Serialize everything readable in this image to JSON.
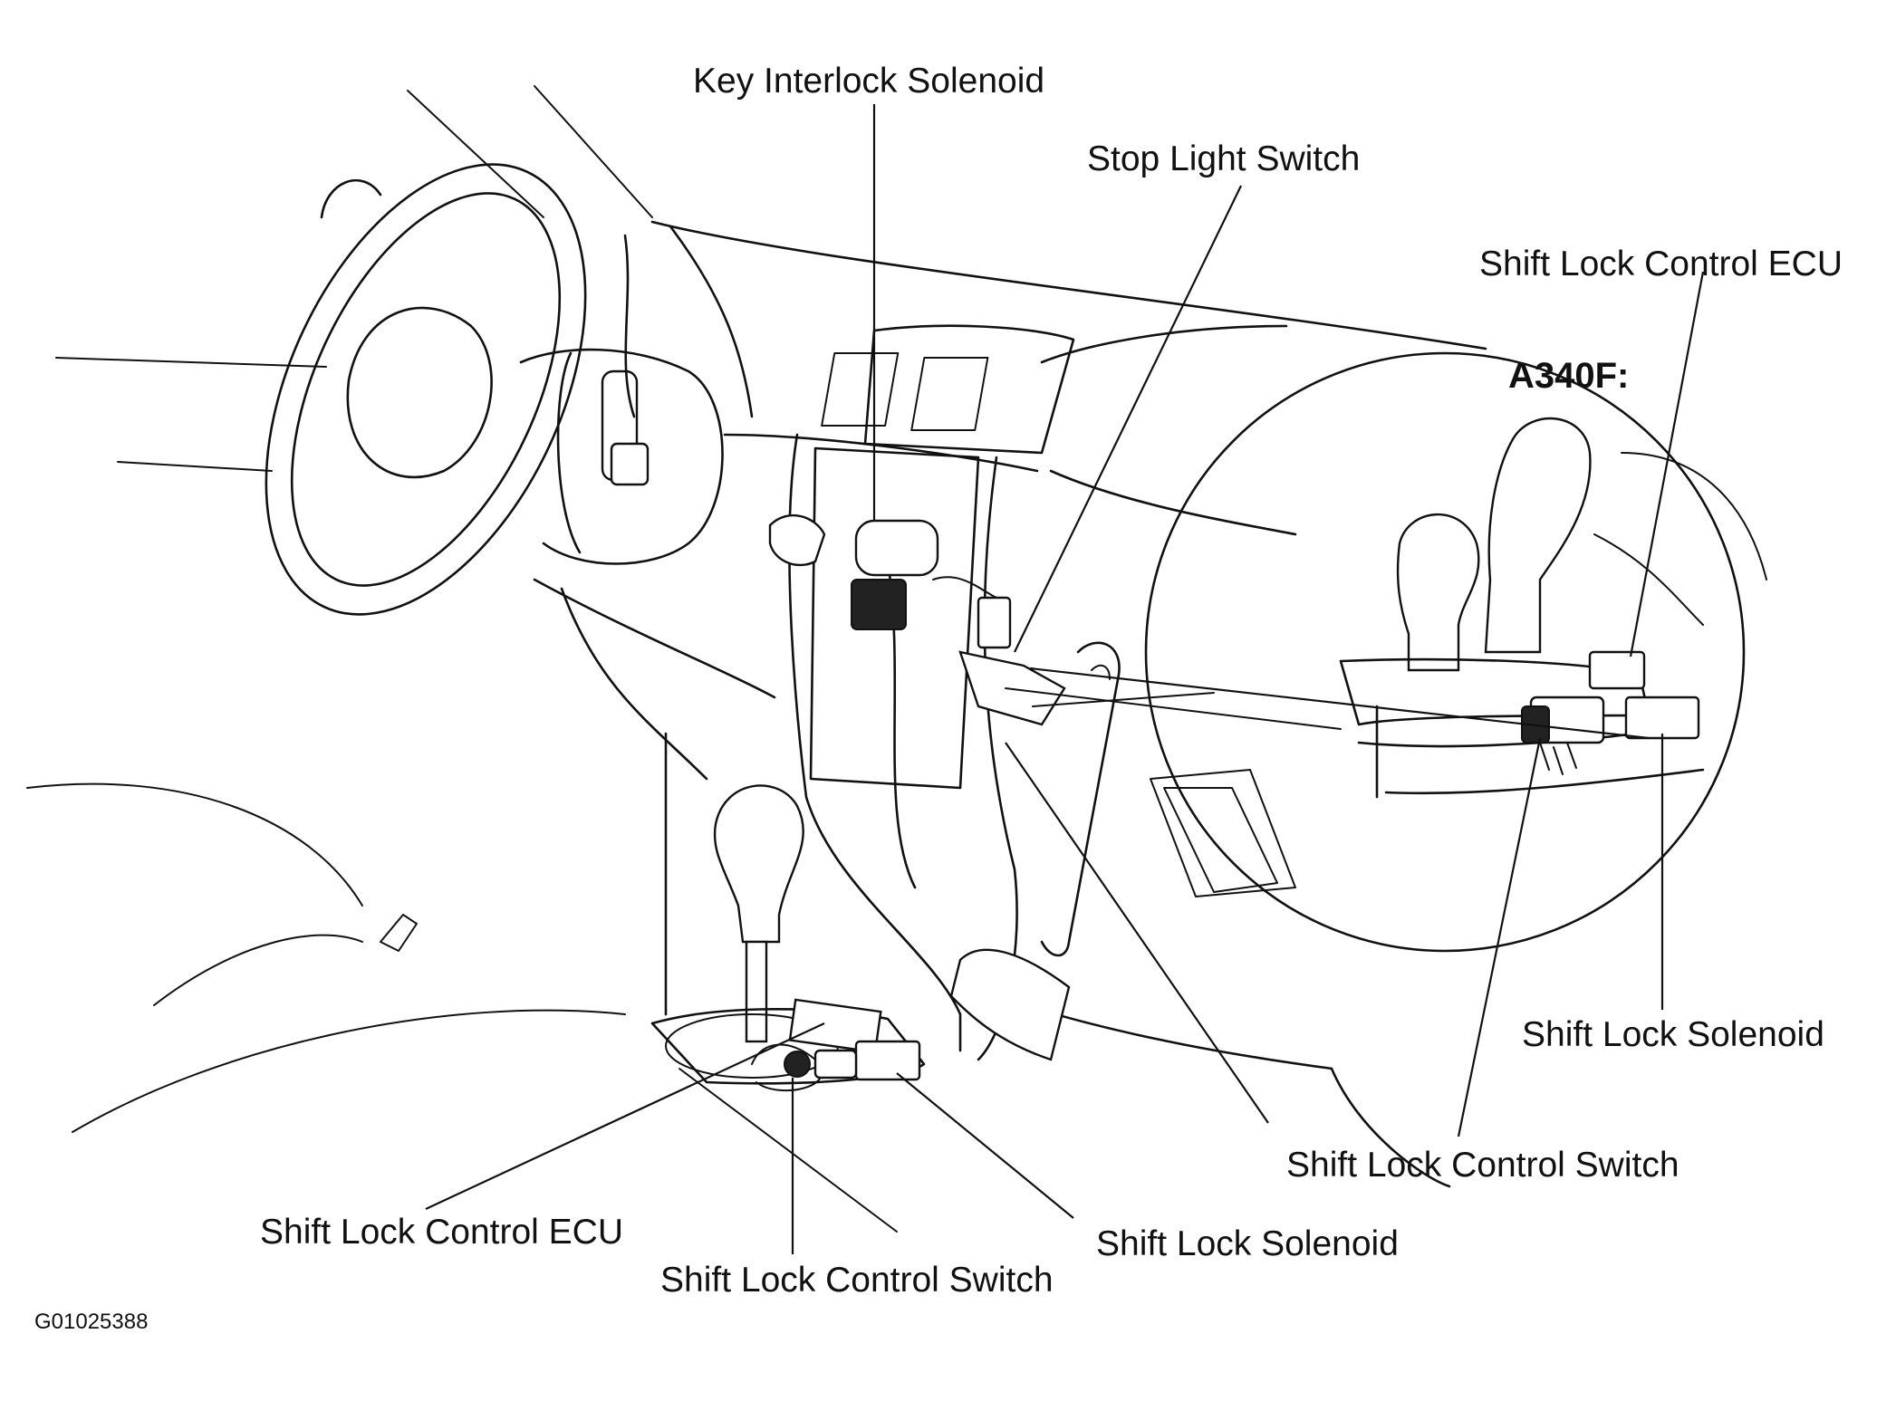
{
  "labels": {
    "key_interlock_solenoid": "Key Interlock Solenoid",
    "stop_light_switch": "Stop Light Switch",
    "inset_shift_lock_control_ecu": "Shift Lock Control ECU",
    "inset_shift_lock_solenoid": "Shift Lock Solenoid",
    "inset_shift_lock_control_switch": "Shift Lock Control Switch",
    "main_shift_lock_control_ecu": "Shift Lock Control ECU",
    "main_shift_lock_control_switch": "Shift Lock Control Switch",
    "main_shift_lock_solenoid": "Shift Lock Solenoid"
  },
  "inset": {
    "title": "A340F:"
  },
  "figure_id": "G01025388"
}
